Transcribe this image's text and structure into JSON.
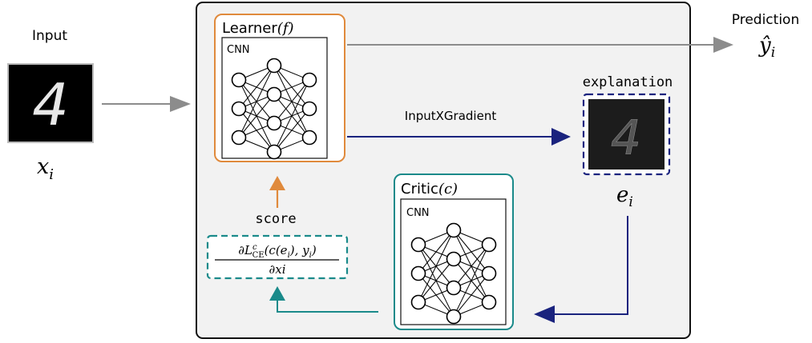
{
  "input": {
    "label": "Input",
    "digit": "4",
    "symbol": "x",
    "subscript": "i"
  },
  "prediction": {
    "label": "Prediction",
    "symbol": "ŷ",
    "subscript": "i"
  },
  "learner": {
    "title": "Learner",
    "var": "(f)",
    "net_label": "CNN"
  },
  "critic": {
    "title": "Critic",
    "var": "(c)",
    "net_label": "CNN"
  },
  "explanation": {
    "label": "explanation",
    "symbol": "e",
    "subscript": "i",
    "digit": "4"
  },
  "edge": {
    "method": "InputXGradient"
  },
  "score": {
    "label": "score",
    "numerator_d": "∂L",
    "numerator_sup": "c",
    "numerator_sub": "CE",
    "numerator_args": "(c(e",
    "numerator_args_sub": "i",
    "numerator_args2": "), y",
    "numerator_args2_sub": "i",
    "numerator_close": ")",
    "denominator": "∂xi"
  },
  "colors": {
    "learner": "#e08a3c",
    "critic": "#1a8a8a",
    "blue": "#1a237e",
    "gray": "#8c8c8c",
    "panel": "#f2f2f2"
  }
}
